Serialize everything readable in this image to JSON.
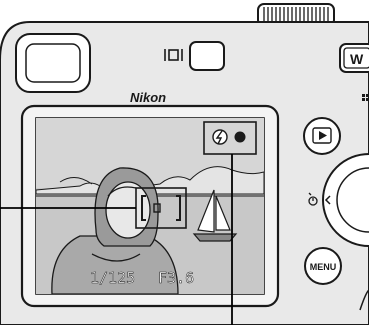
{
  "camera": {
    "brand": "Nikon",
    "zoom_wide_label": "W",
    "menu_label": "MENU"
  },
  "lcd": {
    "shutter": "1/125",
    "aperture": "F3.6"
  },
  "colors": {
    "outline": "#1a1a1a",
    "body": "#e6e6e6",
    "screen_bg": "#cfcfcf",
    "callout_line": "#000000"
  }
}
